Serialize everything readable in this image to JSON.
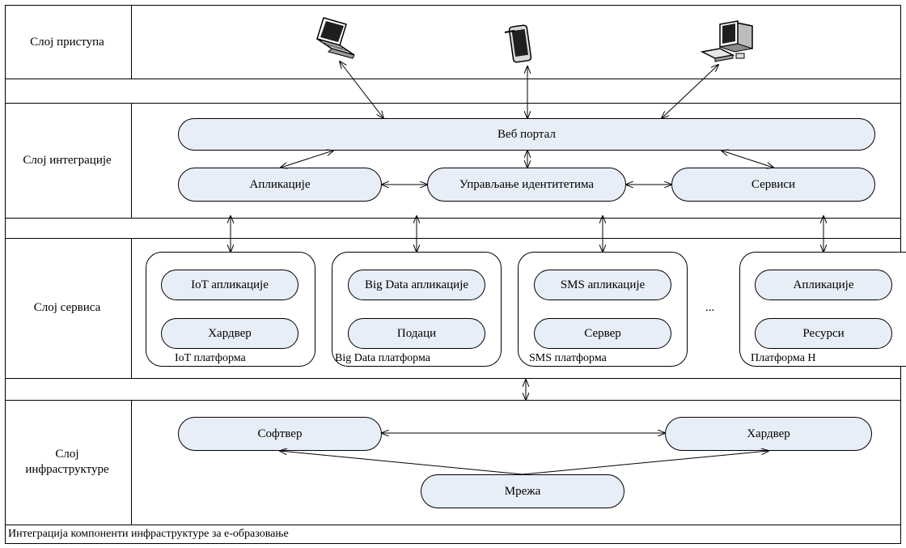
{
  "layers": {
    "access": "Слој приступа",
    "integration": "Слој интеграције",
    "services": "Слој сервиса",
    "infrastructure_line1": "Слој",
    "infrastructure_line2": "инфраструктуре"
  },
  "devices": [
    {
      "icon": "laptop-icon"
    },
    {
      "icon": "tablet-icon"
    },
    {
      "icon": "desktop-computer-icon"
    }
  ],
  "integration": {
    "portal": "Веб портал",
    "applications": "Апликације",
    "identity": "Управљање идентитетима",
    "services": "Сервиси"
  },
  "platforms": [
    {
      "label": "IoT платформа",
      "top": "IoT апликације",
      "bottom": "Хардвер"
    },
    {
      "label": "Big Data платформа",
      "top": "Big Data апликације",
      "bottom": "Подаци"
    },
    {
      "label": "SMS платформа",
      "top": "SMS апликације",
      "bottom": "Сервер"
    },
    {
      "label": "Платформа Н",
      "top": "Апликације",
      "bottom": "Ресурси"
    }
  ],
  "ellipsis": "...",
  "infrastructure": {
    "software": "Софтвер",
    "hardware": "Хардвер",
    "network": "Мрежа"
  },
  "caption": "Интеграција компоненти инфраструктуре за е-образовање"
}
